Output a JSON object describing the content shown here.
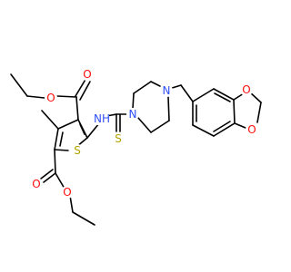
{
  "colors": {
    "O": "#ff0d0d",
    "S": "#b3a300",
    "N": "#3050f8",
    "C": "#000000"
  },
  "atoms": {
    "o_top_carbonyl": "O",
    "o_top_ester": "O",
    "s_ring": "S",
    "nh": "NH",
    "s_thione": "S",
    "n_pip1": "N",
    "n_pip2": "N",
    "o_benz1": "O",
    "o_benz2": "O",
    "o_bottom_carbonyl": "O",
    "o_bottom_ester": "O"
  }
}
